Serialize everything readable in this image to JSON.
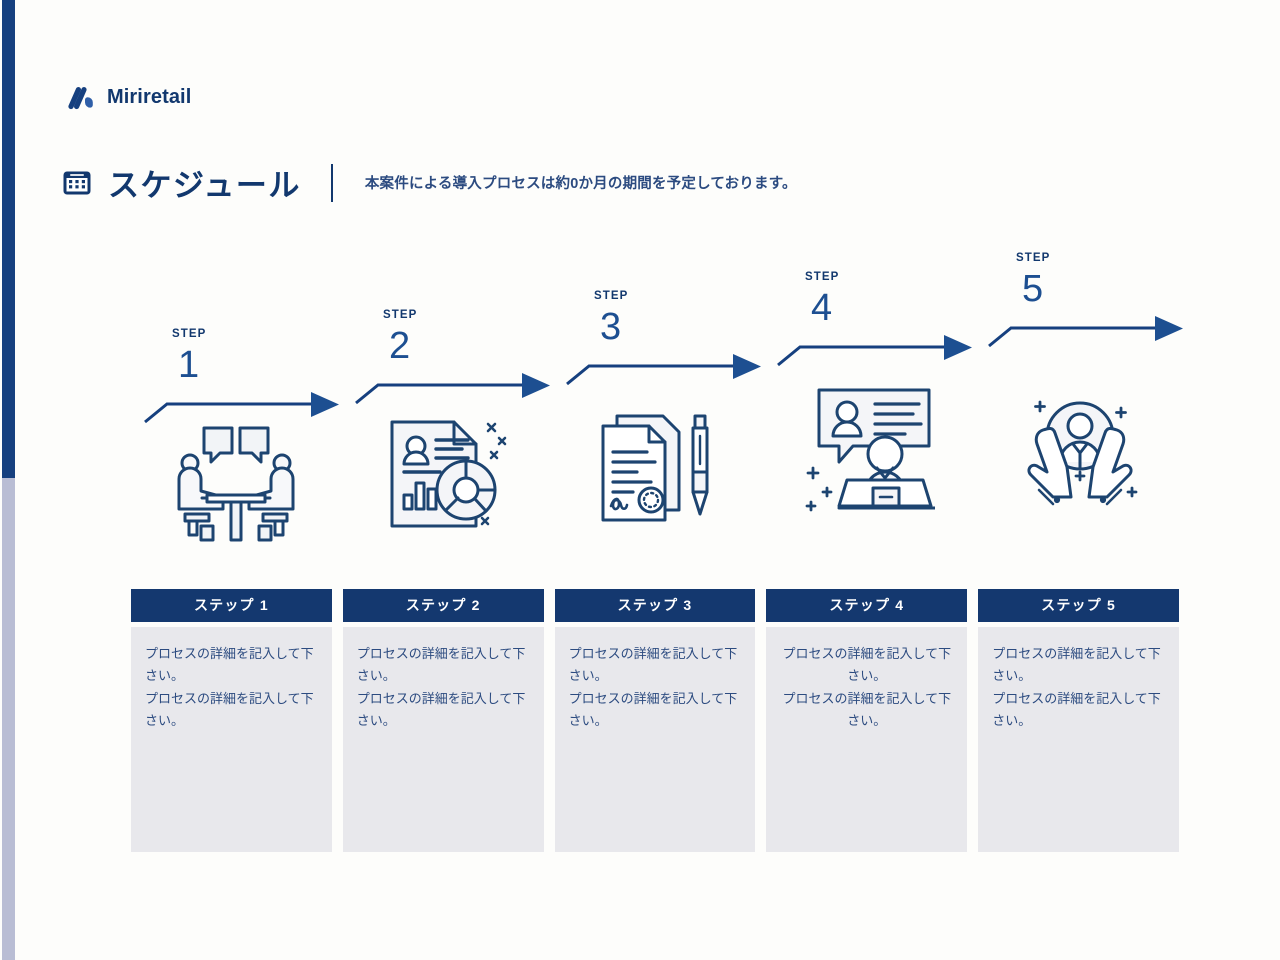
{
  "theme": {
    "navy": "#12386e",
    "header_navy": "#14386f",
    "accent_blue": "#1d4f91",
    "body_text_blue": "#2c4b80",
    "card_gray": "#e8e8ec",
    "edge_bar_top": "#16407f",
    "edge_bar_bottom": "#b9bdd4",
    "background": "#fdfdfb"
  },
  "brand": {
    "name": "Miriretail",
    "logo_icon": "miriretail-logo-mark"
  },
  "header": {
    "icon": "calendar-icon",
    "title": "スケジュール",
    "subtitle": "本案件による導入プロセスは約0か月の期間を予定しております。"
  },
  "steps": [
    {
      "label": "STEP",
      "number": "1",
      "illustration": "meeting-discussion-icon",
      "card_title": "ステップ 1",
      "card_body": "プロセスの詳細を記入して下さい。\nプロセスの詳細を記入して下さい。",
      "card_align": "align-left"
    },
    {
      "label": "STEP",
      "number": "2",
      "illustration": "report-analytics-icon",
      "card_title": "ステップ 2",
      "card_body": "プロセスの詳細を記入して下さい。\nプロセスの詳細を記入して下さい。",
      "card_align": "align-left"
    },
    {
      "label": "STEP",
      "number": "3",
      "illustration": "contract-signature-pen-icon",
      "card_title": "ステップ 3",
      "card_body": "プロセスの詳細を記入して下さい。\nプロセスの詳細を記入して下さい。",
      "card_align": "align-left"
    },
    {
      "label": "STEP",
      "number": "4",
      "illustration": "online-training-video-call-icon",
      "card_title": "ステップ 4",
      "card_body": "プロセスの詳細を記入して下さい。\nプロセスの詳細を記入して下さい。",
      "card_align": "align-center"
    },
    {
      "label": "STEP",
      "number": "5",
      "illustration": "customer-support-hands-icon",
      "card_title": "ステップ 5",
      "card_body": "プロセスの詳細を記入して下さい。\nプロセスの詳細を記入して下さい。",
      "card_align": "align-left"
    }
  ]
}
